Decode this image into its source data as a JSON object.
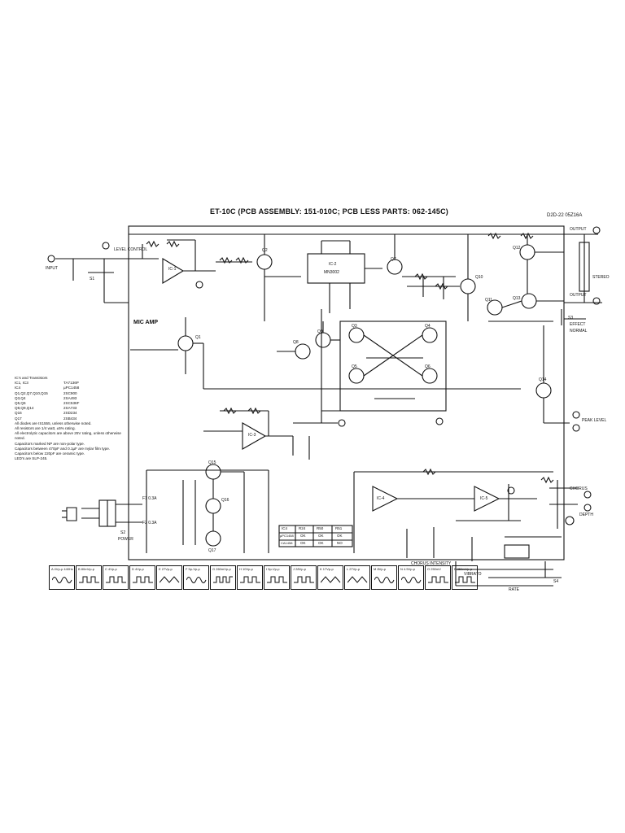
{
  "title": "ET-10C (PCB ASSEMBLY:  151-010C; PCB LESS PARTS: 062-145C)",
  "doc_number": "D2D-22  05Z16A",
  "labels": {
    "input": "INPUT",
    "level_control": "LEVEL CONTROL",
    "mic_amp": "MIC AMP",
    "output_top": "OUTPUT",
    "output_bottom": "OUTPUT",
    "stereo": "STEREO",
    "effect": "EFFECT",
    "normal": "NORMAL",
    "peak_level": "PEAK LEVEL",
    "chorus": "CHORUS",
    "depth": "DEPTH",
    "power": "POWER",
    "chorus_intensity": "CHORUS INTENSITY",
    "vibrato": "VIBRATO",
    "rate": "RATE",
    "s3": "S3",
    "s4": "S4",
    "s2": "S2",
    "ic1": "IC-1",
    "ic2": "IC-2",
    "ic2_part": "MN3002",
    "ic3": "IC-3",
    "ic4": "IC-4",
    "ic5": "IC-5",
    "q1": "Q1",
    "q2": "Q2",
    "q3": "Q3",
    "q4": "Q4",
    "q5": "Q5",
    "q6": "Q6",
    "q7": "Q7",
    "q8": "Q8",
    "q9": "Q9",
    "q10": "Q10",
    "q11": "Q11",
    "q12": "Q12",
    "q13": "Q13",
    "q14": "Q14",
    "q15": "Q15",
    "q16": "Q16",
    "q17": "Q17",
    "fuse1": "F1 0.3A",
    "fuse2": "F2 0.3A",
    "s1": "S1"
  },
  "notes": {
    "heading": "IC's and Transistors",
    "parts": [
      {
        "ref": "IC1, IC3",
        "part": "TA7136P"
      },
      {
        "ref": "IC4",
        "part": "µPC1458"
      },
      {
        "ref": "Q1,Q2,Q7,Q10,Q15",
        "part": "2SC900"
      },
      {
        "ref": "Q3,Q4",
        "part": "2SA493"
      },
      {
        "ref": "Q5,Q6",
        "part": "2SC536F"
      },
      {
        "ref": "Q8,Q9,Q14",
        "part": "2SA733"
      },
      {
        "ref": "Q16",
        "part": "2SD234"
      },
      {
        "ref": "Q17",
        "part": "2SB434"
      }
    ],
    "bullets": [
      "All diodes are IS1555, unless otherwise noted.",
      "All resistors are 1/4 watt, ±5% rating.",
      "All electrolytic capacitors are above 25V rating, unless otherwise noted.",
      "Capacitors marked NP are non-polar type.",
      "Capacitors between 470pF and 0.1µF are mylar film type.",
      "Capacitors below 220pF are ceramic type.",
      "LED's are SLP-245."
    ]
  },
  "waveforms": [
    {
      "id": "A",
      "label": "A 4Vp-p 440Hz"
    },
    {
      "id": "B",
      "label": "B 80mVp-p"
    },
    {
      "id": "C",
      "label": "C 4Vp-p"
    },
    {
      "id": "D",
      "label": "D 4Vp-p"
    },
    {
      "id": "E",
      "label": "E 27Vp-p"
    },
    {
      "id": "F",
      "label": "F 5p-Vp-p"
    },
    {
      "id": "G",
      "label": "G 260mVp-p"
    },
    {
      "id": "H",
      "label": "H 10Vp-p"
    },
    {
      "id": "I",
      "label": "I 5p-Vp-p"
    },
    {
      "id": "J",
      "label": "J 28Vp-p"
    },
    {
      "id": "K",
      "label": "K 17Vp-p"
    },
    {
      "id": "L",
      "label": "L 27Vp-p"
    },
    {
      "id": "M",
      "label": "M 8Vp-p"
    },
    {
      "id": "N",
      "label": "N 4.5Vp-p"
    },
    {
      "id": "O",
      "label": "O 250mV"
    },
    {
      "id": "P",
      "label": "P 350mVp-p"
    }
  ],
  "ic_table": {
    "headers": [
      "IC4",
      "R24",
      "R50",
      "R51"
    ],
    "rows": [
      [
        "µPC1458",
        "OK",
        "OK",
        "OK"
      ],
      [
        "CA1458",
        "OK",
        "OK",
        "NO"
      ]
    ]
  }
}
